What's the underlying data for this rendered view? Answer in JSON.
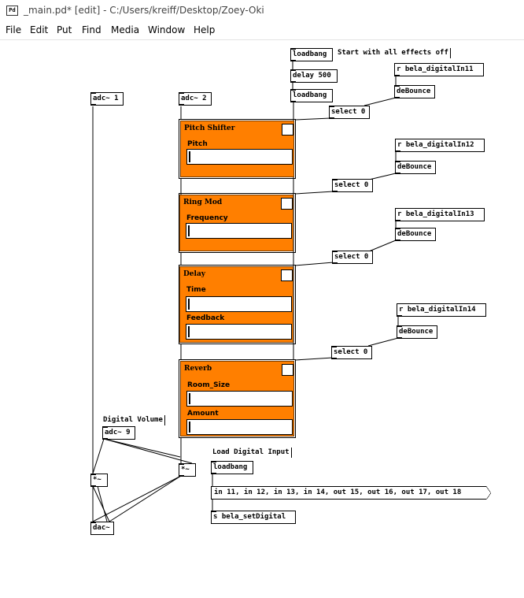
{
  "window": {
    "icon_text": "Pd",
    "title": "_main.pd* [edit] - C:/Users/kreiff/Desktop/Zoey-Oki"
  },
  "menu": [
    "File",
    "Edit",
    "Put",
    "Find",
    "Media",
    "Window",
    "Help"
  ],
  "comments": {
    "start_effects": "Start with all effects off",
    "digital_volume": "Digital Volume",
    "load_digital": "Load Digital Input"
  },
  "objects": {
    "loadbang_top": "loadbang",
    "delay500": "delay 500",
    "loadbang_mid": "loadbang",
    "r_in11": "r bela_digitalIn11",
    "debounce1": "deBounce",
    "select1": "select 0",
    "r_in12": "r bela_digitalIn12",
    "debounce2": "deBounce",
    "select2": "select 0",
    "r_in13": "r bela_digitalIn13",
    "debounce3": "deBounce",
    "select3": "select 0",
    "r_in14": "r bela_digitalIn14",
    "debounce4": "deBounce",
    "select4": "select 0",
    "adc1": "adc~ 1",
    "adc2": "adc~ 2",
    "adc9": "adc~ 9",
    "mul_left": "*~",
    "mul_right": "*~",
    "dac": "dac~",
    "loadbang_bottom": "loadbang",
    "s_setdigital": "s bela_setDigital"
  },
  "message": "in 11, in 12, in 13, in 14, out 15, out 16, out 17, out 18",
  "effects": {
    "pitch": {
      "title": "Pitch Shifter",
      "labels": [
        "Pitch"
      ]
    },
    "ring": {
      "title": "Ring Mod",
      "labels": [
        "Frequency"
      ]
    },
    "delay": {
      "title": "Delay",
      "labels": [
        "Time",
        "Feedback"
      ]
    },
    "reverb": {
      "title": "Reverb",
      "labels": [
        "Room_Size",
        "Amount"
      ]
    }
  }
}
